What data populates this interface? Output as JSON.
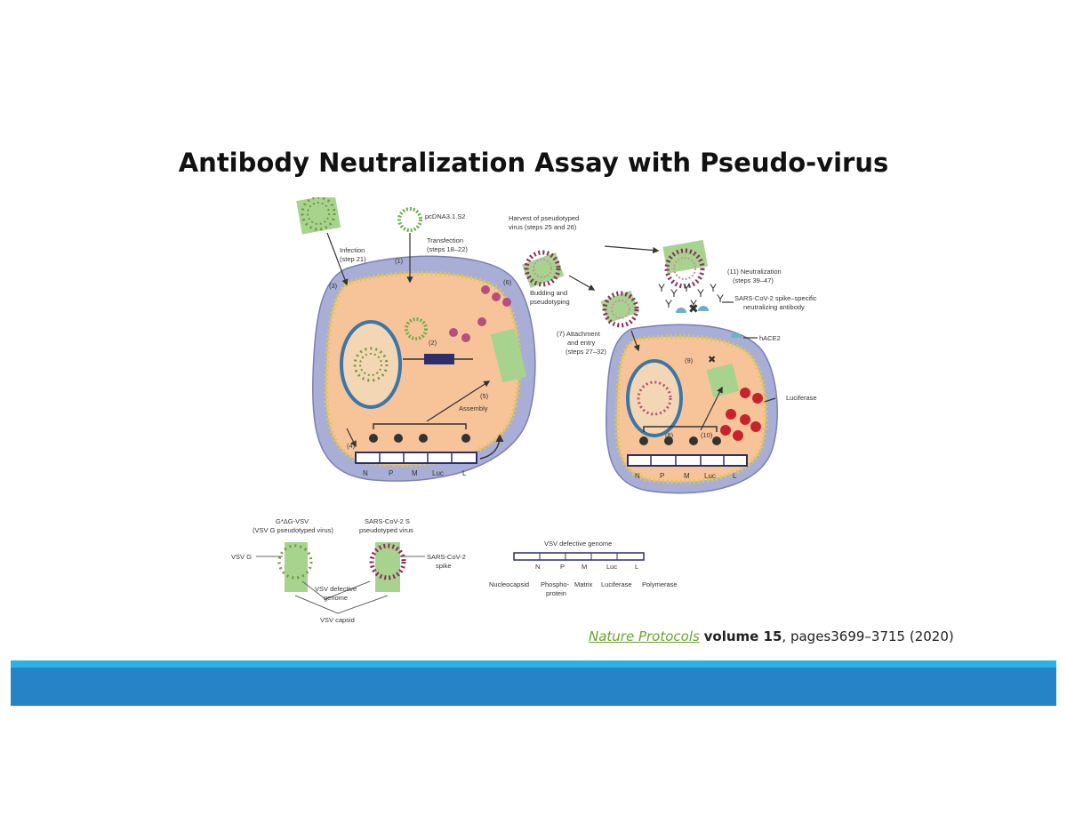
{
  "title": "Antibody Neutralization Assay with Pseudo-virus",
  "figure": {
    "plasmid": "pcDNA3.1.S2",
    "step1": "(1)",
    "transfection": [
      "Transfection",
      "(steps 18–22)"
    ],
    "infection": [
      "Infection",
      "(step 21)"
    ],
    "step3": "(3)",
    "step2": "(2)",
    "step4": "(4)",
    "step5": "(5)",
    "assembly": "Assembly",
    "step6": "(6)",
    "budding": [
      "Budding and",
      "pseudotyping"
    ],
    "harvest": [
      "Harvest of pseudotyped",
      "virus (steps 25 and 26)"
    ],
    "neutralization": [
      "(11) Neutralization",
      "(steps 39–47)"
    ],
    "antibody": [
      "SARS-CoV-2 spike–specific",
      "neutralizing antibody"
    ],
    "attachment": [
      "(7) Attachment",
      "and entry",
      "(steps 27–32)"
    ],
    "hace2": "hACE2",
    "step9": "(9)",
    "luciferase": "Luciferase",
    "step8": "(8)",
    "step10": "(10)",
    "genes": [
      "N",
      "P",
      "M",
      "Luc",
      "L"
    ],
    "legend": {
      "vsv_title": [
        "G*ΔG-VSV",
        "(VSV G pseudotyped virus)"
      ],
      "sars_title": [
        "SARS-CoV-2 S",
        "pseudotyped virus"
      ],
      "vsv_g": "VSV G",
      "spike": [
        "SARS-CoV-2",
        "spike"
      ],
      "defective": [
        "VSV defective",
        "genome"
      ],
      "capsid": "VSV capsid",
      "genome_title": "VSV defective genome",
      "gene_names": [
        "Nucleocapsid",
        "Phospho-",
        "protein",
        "Matrix",
        "Luciferase",
        "Polymerase"
      ]
    }
  },
  "citation": {
    "journal": "Nature Protocols",
    "volume": "volume 15",
    "pages": ", pages3699–3715 (2020)"
  },
  "colors": {
    "band_light": "#2cb0e6",
    "band_dark": "#2583c6",
    "cell_fill": "#f7c49a",
    "membrane": "#a8aed6",
    "nucleus": "#3a77a9",
    "virus_green": "#a7d38f",
    "virus_purple": "#8a2f5d",
    "link_green": "#6aa32f"
  }
}
